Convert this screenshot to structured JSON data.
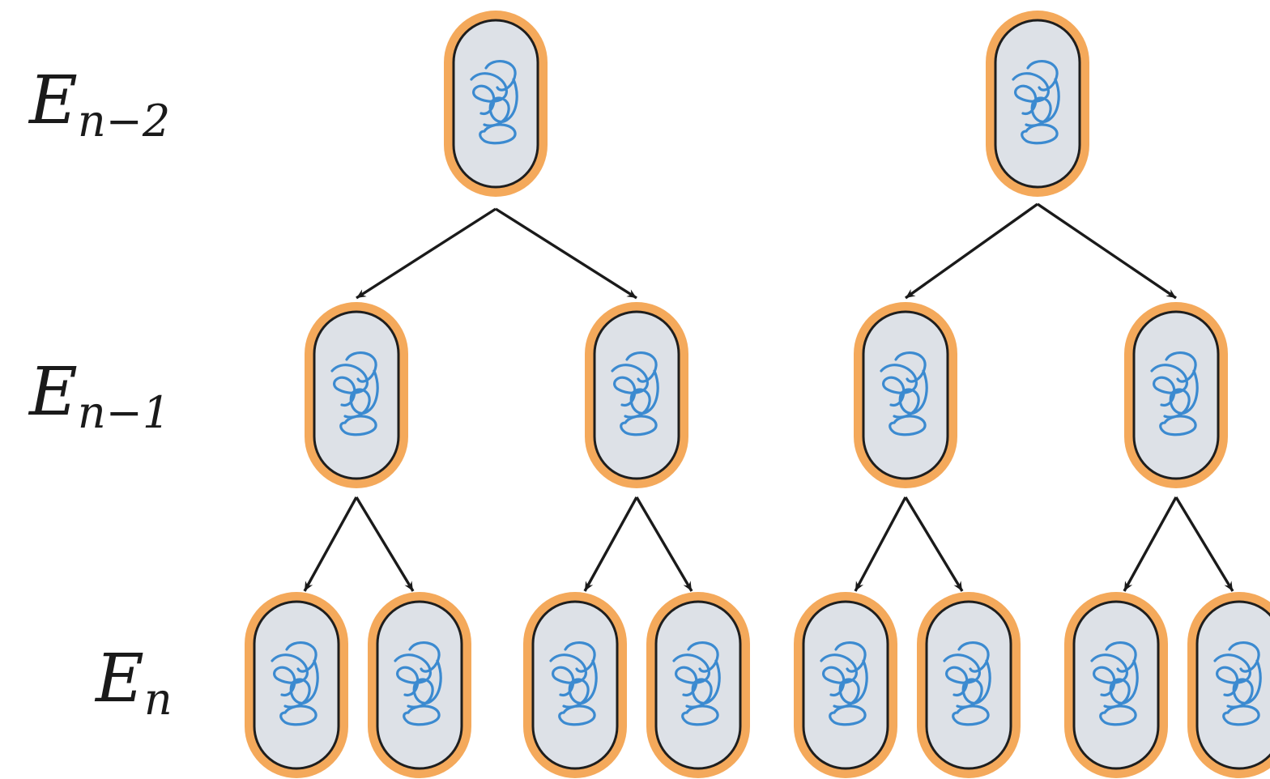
{
  "generations": [
    {
      "label_main": "E",
      "label_sub": "n−2"
    },
    {
      "label_main": "E",
      "label_sub": "n−1"
    },
    {
      "label_main": "E",
      "label_sub": "n"
    }
  ],
  "lineages": 2,
  "colors": {
    "cell_outline": "#f4a95b",
    "cell_fill": "#dde1e7",
    "cell_stroke": "#1e1e1e",
    "chromatin": "#3b8ad0",
    "arrow": "#1a1a1a"
  }
}
